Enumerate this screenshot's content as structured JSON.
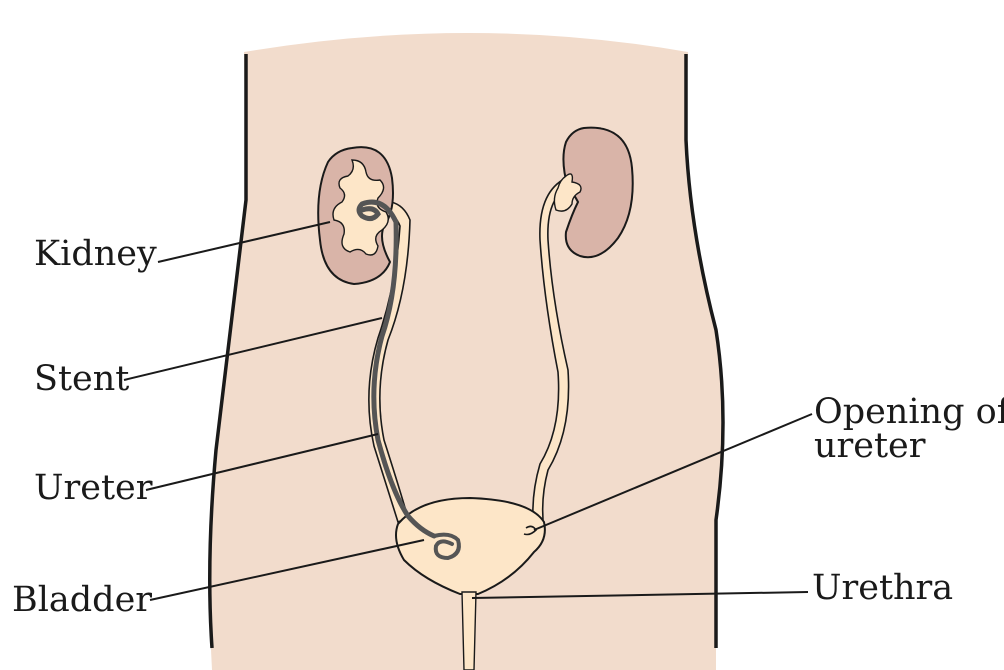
{
  "labels": {
    "kidney": "Kidney",
    "stent": "Stent",
    "ureter": "Ureter",
    "bladder": "Bladder",
    "opening_line1": "Opening of",
    "opening_line2": "ureter",
    "urethra": "Urethra"
  },
  "colors": {
    "skin": "#f2dccc",
    "kidney": "#d9b4a8",
    "urinary_tract": "#fde6c8",
    "stent": "#555555",
    "outline": "#1a1a1a"
  }
}
